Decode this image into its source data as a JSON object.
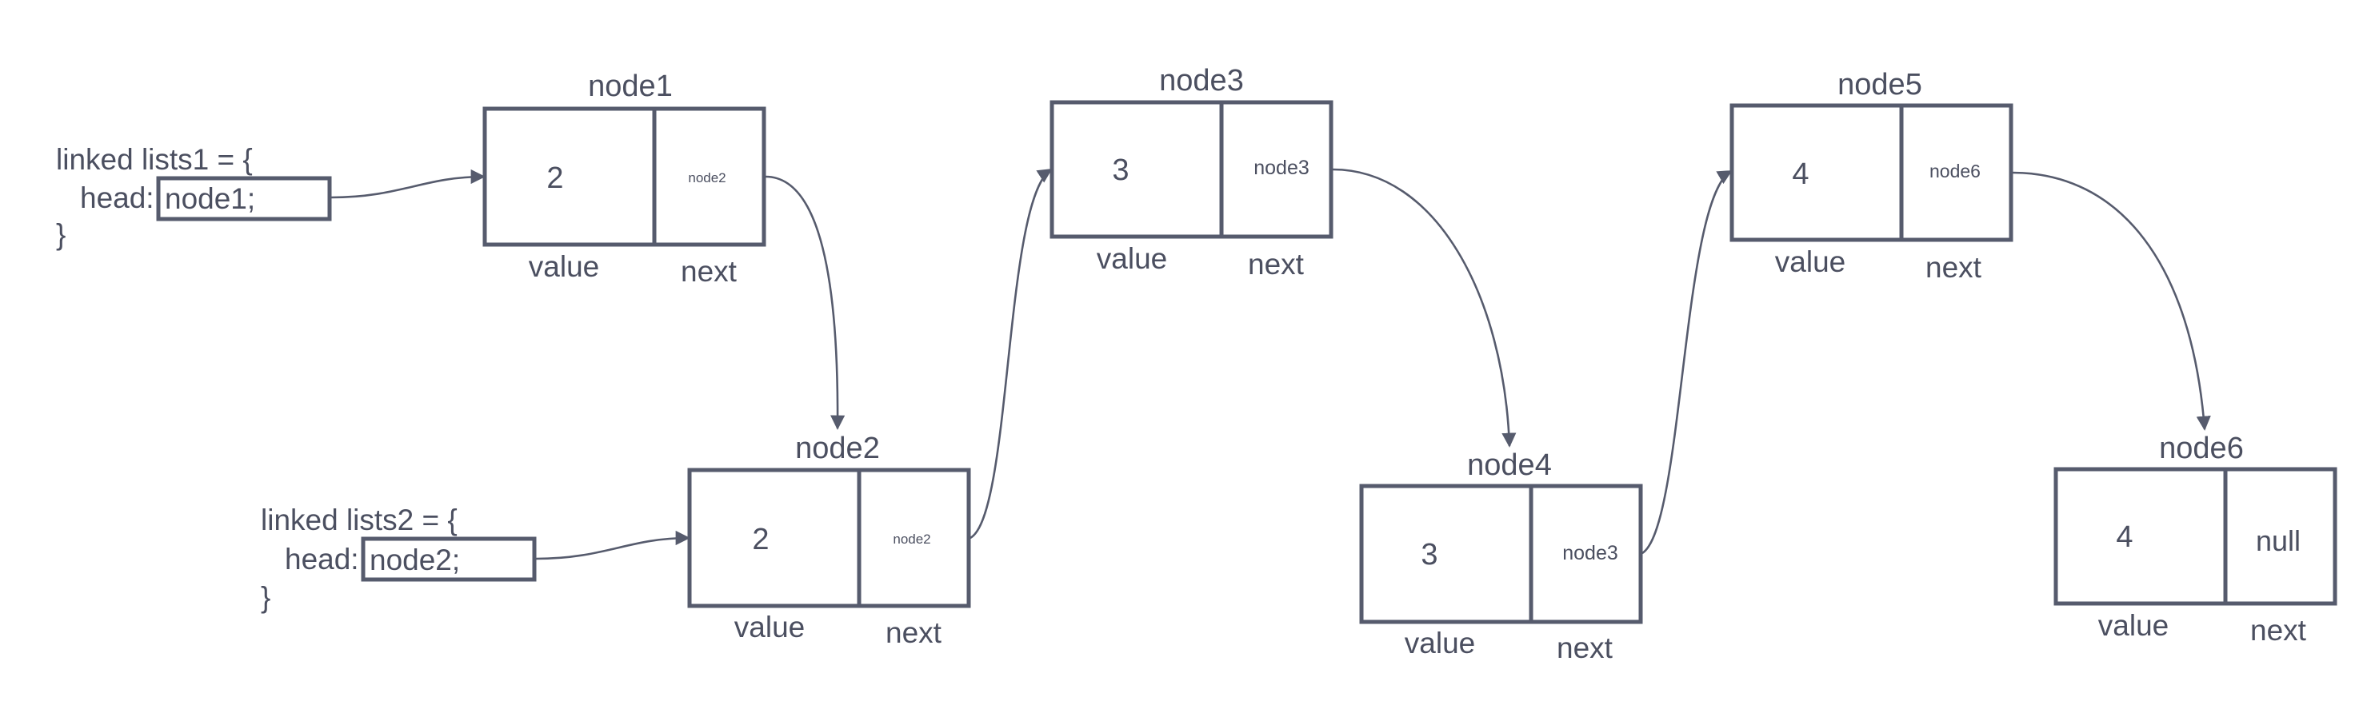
{
  "colors": {
    "ink": "#4b4f60",
    "stroke": "#565b6d",
    "background": "#ffffff"
  },
  "list1": {
    "line1": "linked lists1 = {",
    "head_key": "head:",
    "head_value": "node1;",
    "close": "}"
  },
  "list2": {
    "line1": "linked lists2 = {",
    "head_key": "head:",
    "head_value": "node2;",
    "close": "}"
  },
  "nodes": [
    {
      "title": "node1",
      "value": "2",
      "next": "node2",
      "value_label": "value",
      "next_label": "next"
    },
    {
      "title": "node2",
      "value": "2",
      "next": "node2",
      "value_label": "value",
      "next_label": "next"
    },
    {
      "title": "node3",
      "value": "3",
      "next": "node3",
      "value_label": "value",
      "next_label": "next"
    },
    {
      "title": "node4",
      "value": "3",
      "next": "node3",
      "value_label": "value",
      "next_label": "next"
    },
    {
      "title": "node5",
      "value": "4",
      "next": "node6",
      "value_label": "value",
      "next_label": "next"
    },
    {
      "title": "node6",
      "value": "4",
      "next": "null",
      "value_label": "value",
      "next_label": "next"
    }
  ]
}
